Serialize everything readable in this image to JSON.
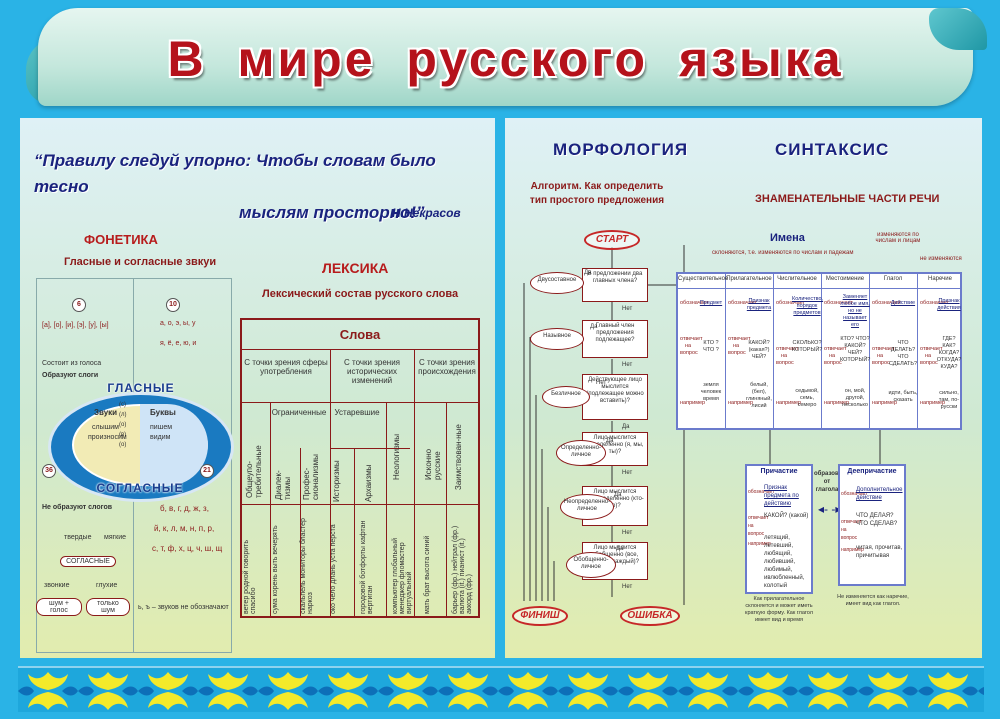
{
  "title": "В мире русского языка",
  "quote": {
    "line1": "“Правилу следуй упорно: Чтобы словам было тесно",
    "line2": "мыслям просторно!”",
    "author": "Н.Некрасов"
  },
  "phonetics": {
    "title": "ФОНЕТИКА",
    "subtitle": "Гласные и согласные звкуи",
    "mark_6": "6",
    "mark_10": "10",
    "mark_36": "36",
    "mark_21": "21",
    "vowels_sounds": "[а], [о], [и], [э], [у], [ы]",
    "vowels_letters_1": "а, о, э, ы, у",
    "vowels_letters_2": "я, ё, е, ю, и",
    "vowel_note_1": "Состоит из голоса",
    "vowel_note_2": "Образуют слоги",
    "vowels_label": "ГЛАСНЫЕ",
    "consonants_label": "СОГЛАСНЫЕ",
    "sounds_word": "Звуки",
    "letters_word": "Буквы",
    "heard_1": "слышим",
    "heard_2": "произносим",
    "seen_1": "пишем",
    "seen_2": "видим",
    "center_col": "(с) (л) (о) (в) (о)",
    "no_syllables": "Не образуют слогов",
    "voiced": "твердые",
    "soft": "мягкие",
    "consonants_box": "СОГЛАСНЫЕ",
    "voiced2": "звонкие",
    "deaf": "глухие",
    "noise_voice": "шум + голос",
    "noise_only": "только шум",
    "cons_letters_1": "б, в, г, д, ж, з,",
    "cons_letters_2": "й, к, л, м, н, п, р,",
    "cons_letters_3": "с, т, ф, х, ц, ч, ш, щ",
    "signs_note": "ь, ъ – звуков не обозначают"
  },
  "lexis": {
    "title": "ЛЕКСИКА",
    "subtitle": "Лексический  состав  русского слова",
    "table_head": "Слова",
    "group1": "С точки зрения сферы употребления",
    "group2": "С точки зрения исторических изменений",
    "group3": "С точки зрения происхождения",
    "col_common": "Общеупо-требительные",
    "col_limited": "Ограниченные",
    "col_dialect": "Диалек-тизмы",
    "col_prof": "Профес-сионализмы",
    "col_obsolete": "Устаревшие",
    "col_hist": "Историзмы",
    "col_arch": "Архаизмы",
    "col_neo": "Неологизмы",
    "col_native": "Исконно русские",
    "col_borrowed": "Заимствован-ные",
    "ex_common": "ветер родной говорить спасибо",
    "ex_dialect": "сума корень выть вечерять",
    "ex_prof": "скальпель мониторы бластер наркоз",
    "ex_hist": "око чело длань уста перста",
    "ex_arch": "городовой ботфорты кафтан вертиган",
    "ex_neo": "компьютер глобальный менеджер фломастер виртуальный",
    "ex_native": "мать брат высота синий",
    "ex_borrowed": "барьер (фр.) нейтрал (фр.) валюта (it.) пианист (it.) аккорд (фр.)"
  },
  "morphology": {
    "title": "МОРФОЛОГИЯ",
    "alg_title": "Алгоритм. Как определить тип простого предложения",
    "start": "СТАРТ",
    "finish": "ФИНИШ",
    "error": "ОШИБКА",
    "yes": "Да",
    "no": "Нет",
    "q1": "В предложении два главных члена?",
    "q2": "Главный член предложения подлежащее?",
    "q3": "Действующее лицо мыслится (подлежащее можно вставить)?",
    "q4": "Лицо мыслится определенно (я, мы, ты)?",
    "q5": "Лицо мыслится неопределенно (кто-то)?",
    "q6": "Лицо мыслится обобщенно (все, любой, каждый)?",
    "a1": "Двусоставное",
    "a2": "Назывное",
    "a3": "Безличное",
    "a4": "Определенно-личное",
    "a5": "Неопределенно-личное",
    "a6": "Обобщенно-личное"
  },
  "syntax": {
    "title": "СИНТАКСИС",
    "subtitle": "ЗНАМЕНАТЕЛЬНЫЕ ЧАСТИ РЕЧИ",
    "names": "Имена",
    "declension_note": "склоняются, т.е. изменяются по числам и падежам",
    "verb_note": "изменяются по числам и лицам",
    "adv_note": "не изменяются",
    "pos": [
      {
        "name": "Существительное",
        "means": "Предмет",
        "q": "КТО ? ЧТО ?",
        "ex": "земля человек время"
      },
      {
        "name": "Прилагательное",
        "means": "Признак предмета",
        "q": "КАКОЙ? (какая?) ЧЕЙ?",
        "ex": "белый, (бел), глиняный, лисий"
      },
      {
        "name": "Числительное",
        "means": "Количество, порядок предметов",
        "q": "СКОЛЬКО? КОТОРЫЙ?",
        "ex": "седьмой, семь, семеро"
      },
      {
        "name": "Местоимение",
        "means": "Заменяет любое имя, но не называет его",
        "q": "КТО? ЧТО? КАКОЙ? ЧЕЙ? КОТОРЫЙ?",
        "ex": "он, мой, другой, несколько"
      },
      {
        "name": "Глагол",
        "means": "Действие",
        "q": "ЧТО ДЕЛАТЬ? ЧТО СДЕЛАТЬ?",
        "ex": "идти, быть, сказать"
      },
      {
        "name": "Наречие",
        "means": "Признак действия",
        "q": "ГДЕ? КАК? КОГДА? ОТКУДА? КУДА?",
        "ex": "сильно, там, по-русски"
      }
    ],
    "meaning_label": "обозначает",
    "question_label": "отвечает на вопрос",
    "example_label": "например",
    "participle": {
      "name": "Причастие",
      "means": "Признак предмета по действию",
      "q": "КАКОЙ? (какой)",
      "ex": "летящий, летевший, любящий, любивший, любимый, ивлюбленный, колотый",
      "foot": "Как прилагательное склоняется и может иметь краткую форму. Как глагол имеет вид и время"
    },
    "formed": "образование от глагола",
    "gerund": {
      "name": "Деепричастие",
      "means": "Дополнительное действие",
      "q": "ЧТО ДЕЛАЯ? ЧТО СДЕЛАВ?",
      "ex": "читая, прочитав, причитывая",
      "foot": "Не изменяется как наречие, имеет вид как глагол."
    }
  }
}
